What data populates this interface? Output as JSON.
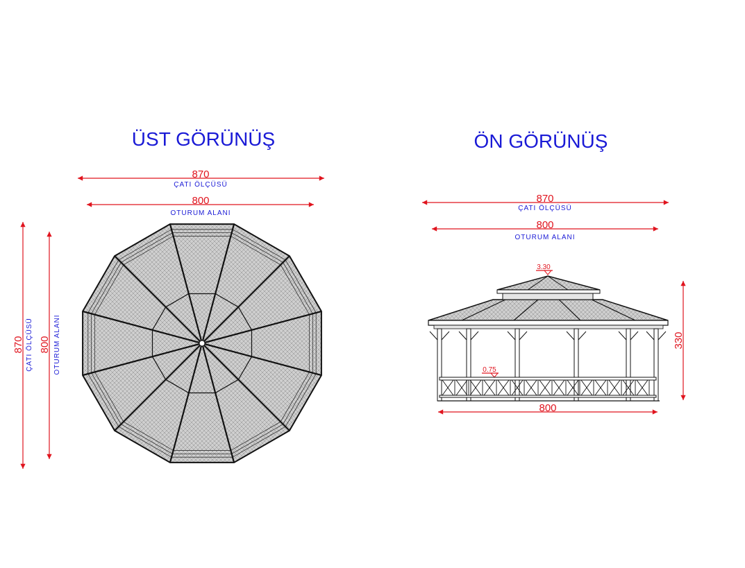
{
  "top_view": {
    "title": "ÜST GÖRÜNÜŞ",
    "roof_width": "870",
    "roof_label": "ÇATI ÖLÇÜSÜ",
    "seat_width": "800",
    "seat_label": "OTURUM ALANI",
    "roof_height": "870",
    "roof_height_label": "ÇATI ÖLÇÜSÜ",
    "seat_height": "800",
    "seat_height_label": "OTURUM ALANI"
  },
  "front_view": {
    "title": "ÖN GÖRÜNÜŞ",
    "roof_width": "870",
    "roof_label": "ÇATI ÖLÇÜSÜ",
    "seat_width": "800",
    "seat_label": "OTURUM ALANI",
    "top_level": "3.30",
    "rail_level": "0.75",
    "total_height": "330",
    "base_width": "800"
  },
  "colors": {
    "title": "#1a1ad6",
    "dimension": "#e0141e",
    "roof_fill": "#c9c9c9",
    "linework": "#111111"
  }
}
